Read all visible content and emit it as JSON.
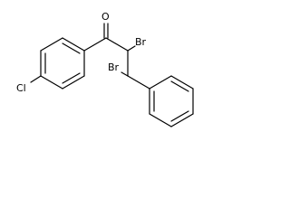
{
  "molecule": {
    "labels": {
      "oxygen": "O",
      "chlorine": "Cl",
      "bromine_alpha": "Br",
      "bromine_beta": "Br"
    }
  }
}
